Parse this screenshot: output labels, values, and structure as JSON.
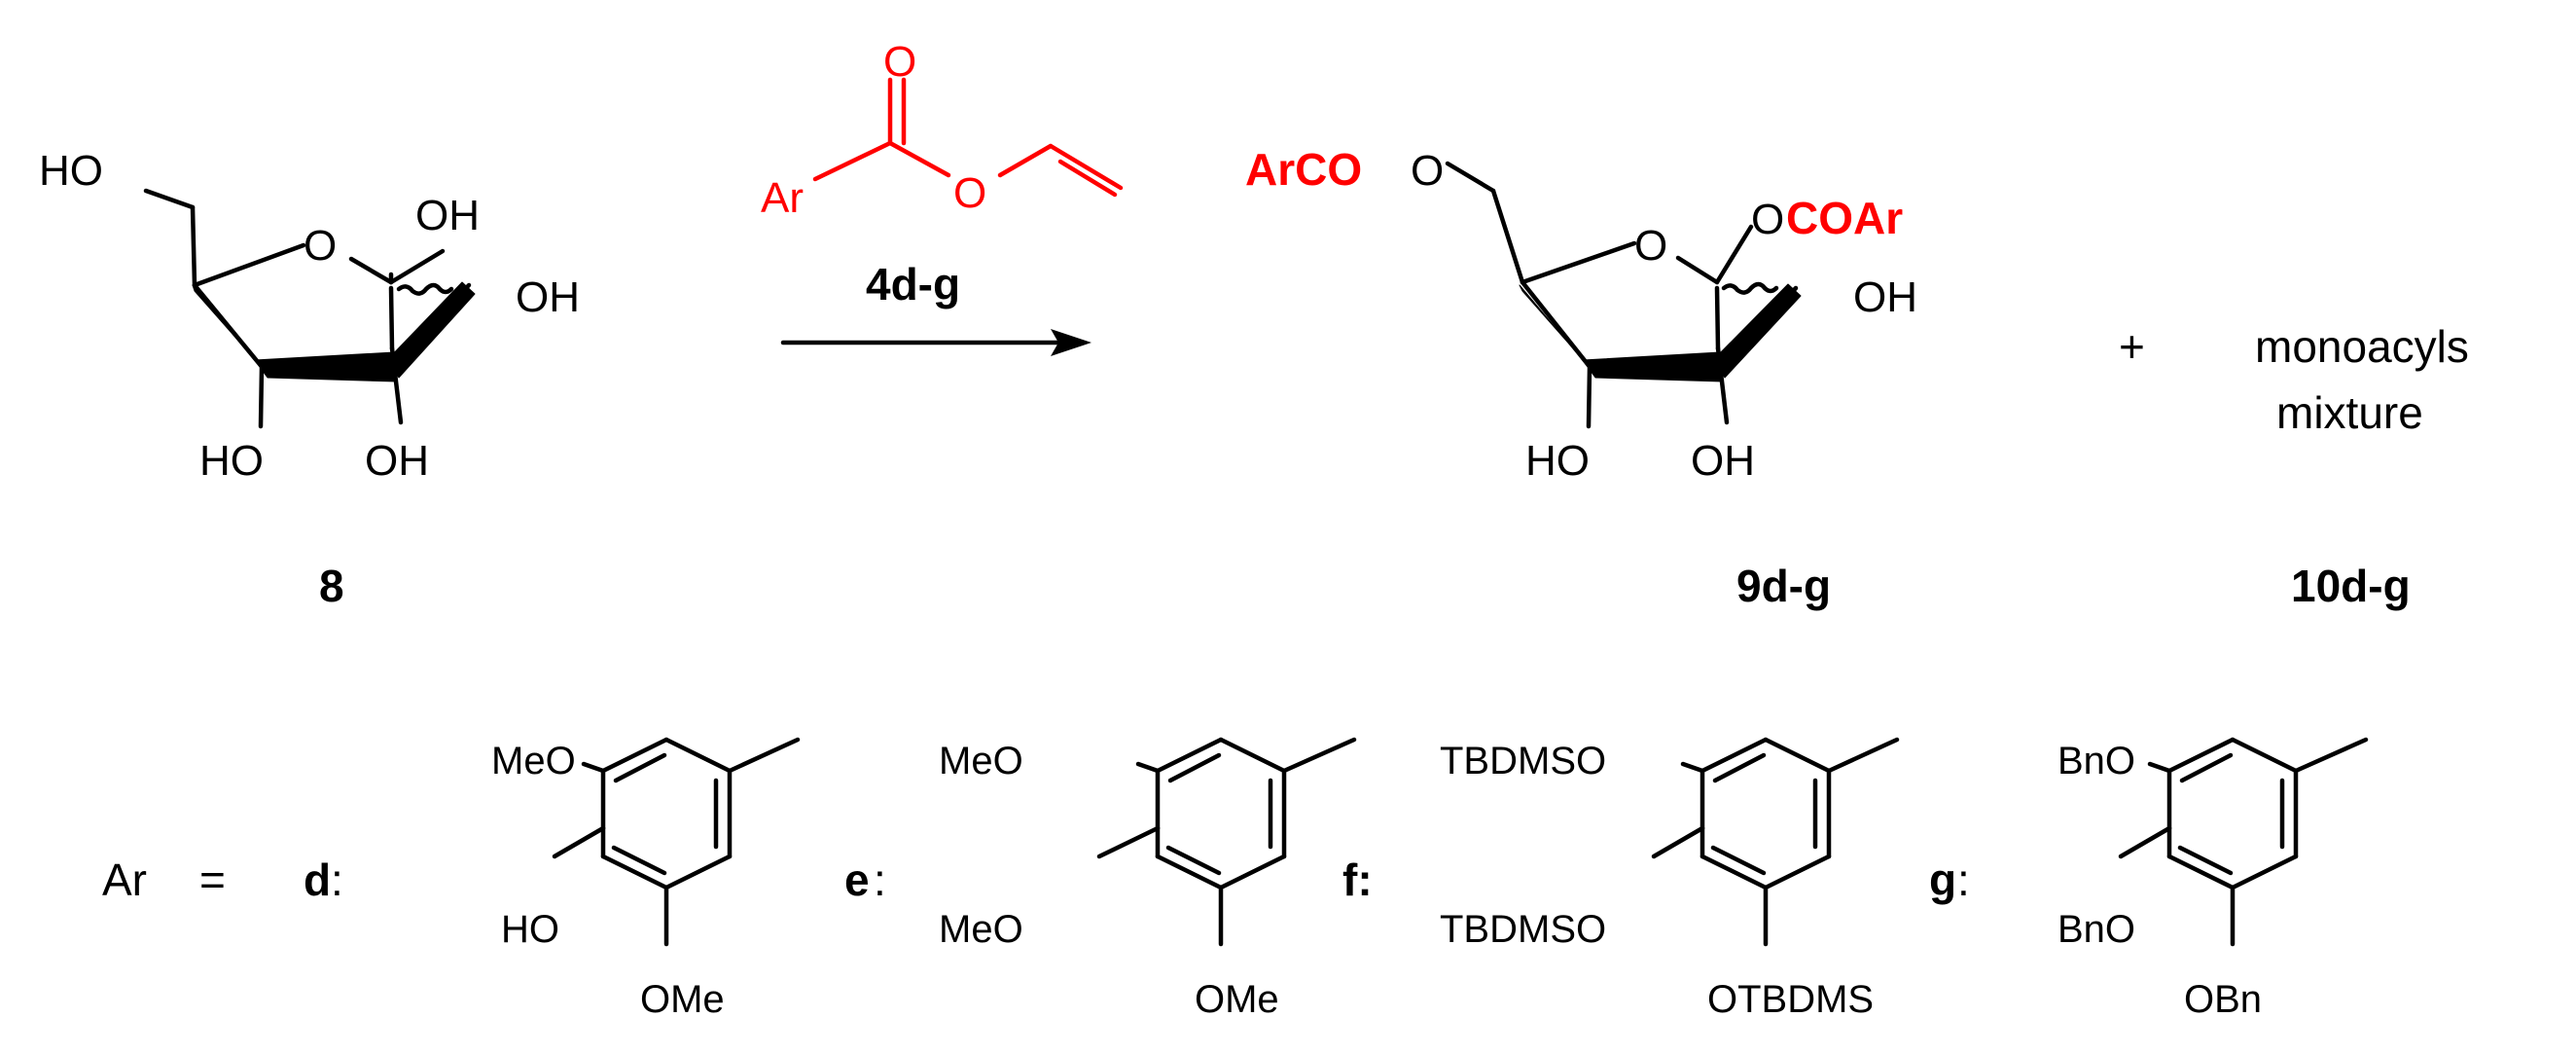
{
  "reactant": {
    "labels": {
      "ho_ch2": "HO",
      "oh_anomeric": "OH",
      "oh_c2": "OH",
      "ho_c4": "HO",
      "oh_c3": "OH",
      "ring_o": "O"
    },
    "compound_number": "8"
  },
  "reagent": {
    "ar": "Ar",
    "carbonyl_o": "O",
    "ester_o": "O",
    "compound_number": "4d-g"
  },
  "product": {
    "arco": "ArCO",
    "o_ch2": "O",
    "ring_o": "O",
    "o_anomeric": "O",
    "coar": "COAr",
    "oh_c2": "OH",
    "ho_c4": "HO",
    "oh_c3": "OH",
    "compound_number": "9d-g"
  },
  "side_product": {
    "plus": "+",
    "line1": "monoacyls",
    "line2": "mixture",
    "compound_number": "10d-g"
  },
  "ar_legend": {
    "prefix": "Ar",
    "equals": "=",
    "d": {
      "letter": "d",
      "colon": ":",
      "top": "MeO",
      "mid": "HO",
      "bottom": "OMe"
    },
    "e": {
      "letter": "e",
      "colon": ":",
      "top": "MeO",
      "mid": "MeO",
      "bottom": "OMe"
    },
    "f": {
      "letter": "f:",
      "top": "TBDMSO",
      "mid": "TBDMSO",
      "bottom": "OTBDMS"
    },
    "g": {
      "letter": "g",
      "colon": ":",
      "top": "BnO",
      "mid": "BnO",
      "bottom": "OBn"
    }
  },
  "colors": {
    "reagent": "#ff0000",
    "text": "#000000"
  }
}
